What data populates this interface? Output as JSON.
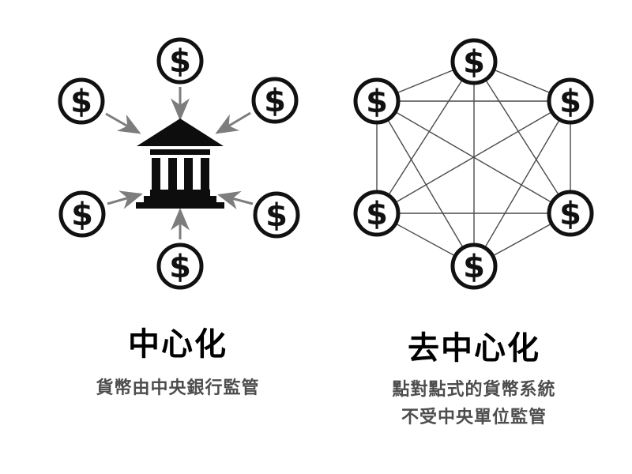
{
  "panels": {
    "centralized": {
      "title": "中心化",
      "subtitle": "貨幣由中央銀行監管",
      "node_symbol": "$",
      "node_count": 6,
      "hub": "bank-icon",
      "topology": "hub-and-spoke"
    },
    "decentralized": {
      "title": "去中心化",
      "subtitle_line1": "點對點式的貨幣系統",
      "subtitle_line2": "不受中央單位監管",
      "node_symbol": "$",
      "node_count": 6,
      "topology": "full-mesh"
    }
  },
  "colors": {
    "background": "#ffffff",
    "node_stroke": "#111111",
    "node_fill": "#ffffff",
    "symbol": "#111111",
    "bank": "#0d0d0d",
    "arrow": "#7d7d7d",
    "mesh_line": "#4a4a4a",
    "title": "#000000",
    "subtitle": "#4d4d4d"
  }
}
